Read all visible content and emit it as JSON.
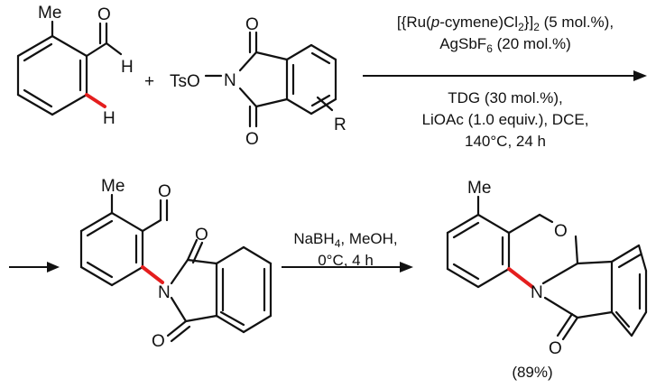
{
  "reactant1": {
    "methyl": "Me",
    "carbonyl_o": "O",
    "aldehyde_h": "H",
    "ortho_h": "H"
  },
  "plus": "+",
  "reactant2": {
    "leaving_group": "TsO",
    "nitrogen": "N",
    "o_top": "O",
    "o_bottom": "O",
    "substituent": "R"
  },
  "step1": {
    "catalyst_pre": "[{Ru(",
    "catalyst_italic": "p",
    "catalyst_mid": "-cymene)Cl",
    "catalyst_sub": "2",
    "catalyst_mid2": "}]",
    "catalyst_sub2": "2",
    "catalyst_amount": " (5 mol.%),",
    "additive_pre": "AgSbF",
    "additive_sub": "6",
    "additive_amount": " (20 mol.%)",
    "tdg": "TDG (30 mol.%),",
    "base": "LiOAc (1.0 equiv.), DCE,",
    "temp": "140°C, 24 h"
  },
  "intermediate": {
    "methyl": "Me",
    "carbonyl_o": "O",
    "nitrogen": "N",
    "o_top": "O",
    "o_bottom": "O"
  },
  "step2": {
    "reagent_pre": "NaBH",
    "reagent_sub": "4",
    "reagent_post": ", MeOH,",
    "temp": "0°C, 4 h"
  },
  "product": {
    "methyl": "Me",
    "ring_o": "O",
    "nitrogen": "N",
    "carbonyl_o": "O",
    "yield": "(89%)"
  },
  "colors": {
    "bond": "#111111",
    "highlight": "#e41e1e"
  }
}
